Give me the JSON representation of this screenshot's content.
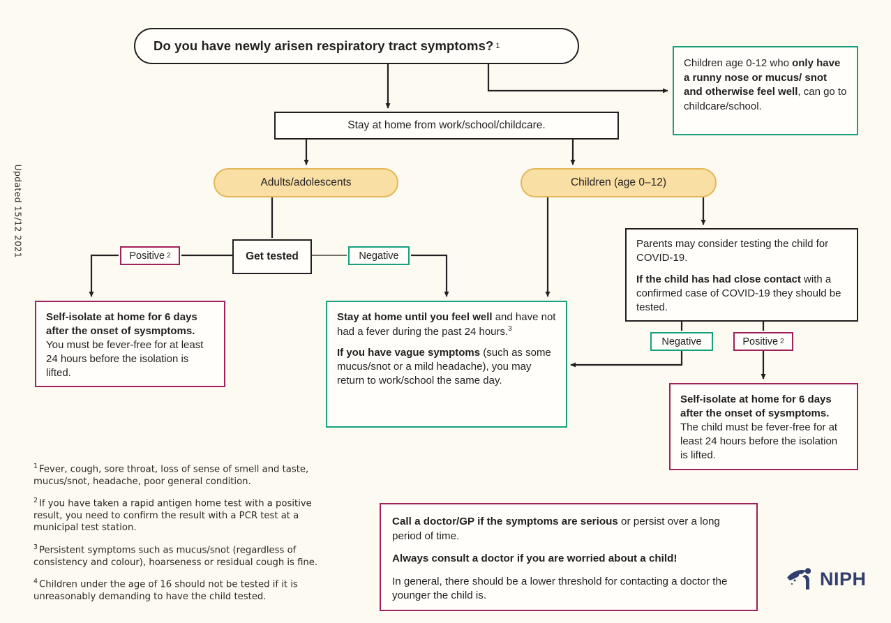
{
  "meta": {
    "updated_label": "Updated 15/12 2021",
    "background": "#fdfaf2",
    "colors": {
      "ink": "#231f20",
      "crimson": "#a0215a",
      "green": "#17a07e",
      "amber_fill": "#fadfa4",
      "amber_border": "#e3b757",
      "logo_navy": "#323f6e"
    }
  },
  "flow": {
    "title": {
      "text": "Do you have newly arisen respiratory tract symptoms?",
      "footnote_marker": "1"
    },
    "exception_note": {
      "line1_pre": "Children age 0-12 who ",
      "line1_bold": "only have a runny nose or mucus/ snot and otherwise feel well",
      "line1_post": ", can go to childcare/school."
    },
    "stay_home": "Stay at home from work/school/childcare.",
    "branch_adults": "Adults/adolescents",
    "branch_children": "Children (age 0–12)",
    "get_tested": "Get tested",
    "tags": {
      "positive_left": "Positive",
      "positive_left_marker": "2",
      "negative_left": "Negative",
      "negative_right": "Negative",
      "positive_right": "Positive",
      "positive_right_marker": "2"
    },
    "isolate_adult": {
      "bold": "Self-isolate at home for 6 days after the onset of sysmptoms.",
      "rest": " You must be fever-free for at least 24 hours before the isolation is lifted."
    },
    "stay_well": {
      "p1_bold": "Stay at home until you feel well",
      "p1_rest": " and have not had a fever during the past 24 hours.",
      "p1_marker": "3",
      "p2_bold": "If you have vague symptoms",
      "p2_rest": " (such as some mucus/snot or a mild headache), you may return to work/school the same day."
    },
    "parents_box": {
      "p1": "Parents may consider testing the child for COVID-19.",
      "p2_bold": "If the child has had close contact",
      "p2_rest": " with a confirmed case of COVID-19 they should be tested."
    },
    "isolate_child": {
      "bold": "Self-isolate at home for 6 days after the onset of sysmptoms.",
      "rest": " The child must be fever-free for at least 24 hours before the isolation is lifted."
    }
  },
  "footnotes": [
    {
      "marker": "1",
      "text": "Fever, cough, sore throat, loss of sense of smell and taste, mucus/snot, headache, poor general condition."
    },
    {
      "marker": "2",
      "text": "If you have taken a rapid antigen home test with a positive result, you need to confirm the result with a PCR test at a municipal test station."
    },
    {
      "marker": "3",
      "text": "Persistent symptoms such as mucus/snot (regardless of consistency and colour), hoarseness or residual cough is fine."
    },
    {
      "marker": "4",
      "text": "Children under the age of 16 should not be tested if it is unreasonably demanding to have the child tested."
    }
  ],
  "call_box": {
    "p1_bold": "Call a doctor/GP if the symptoms are serious",
    "p1_rest": " or persist over a long period of time.",
    "p2_bold": "Always consult a doctor if you are worried about a child!",
    "p3": "In general, there should be a lower threshold for contacting a doctor the younger the child is."
  },
  "logo": {
    "text": "NIPH"
  }
}
